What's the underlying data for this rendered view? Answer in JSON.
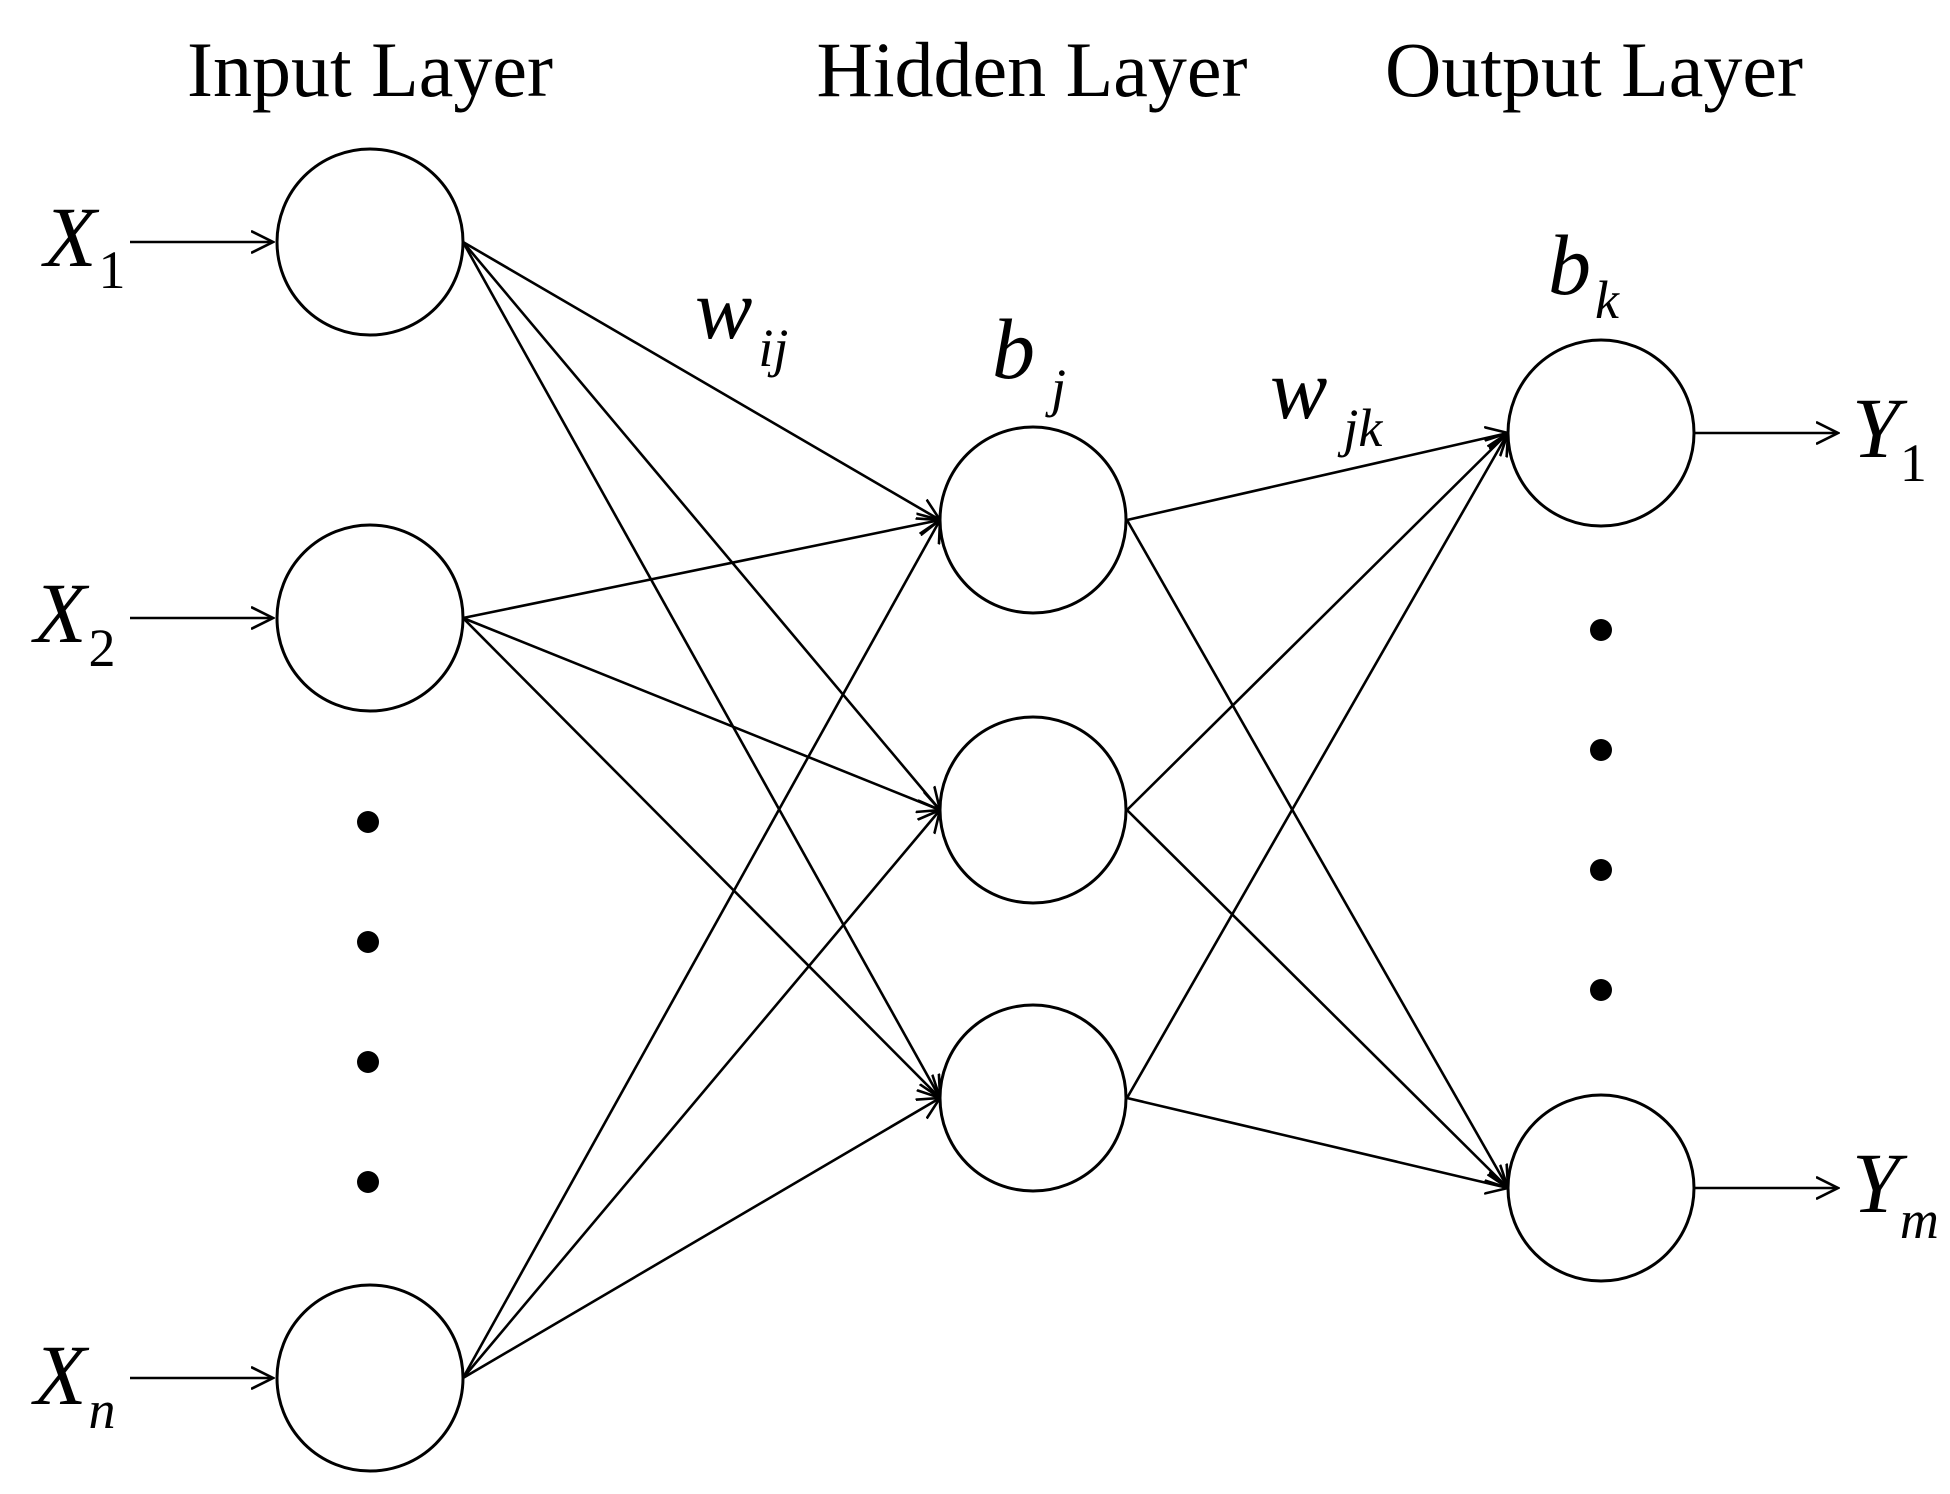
{
  "headers": {
    "input": "Input Layer",
    "hidden": "Hidden Layer",
    "output": "Output Layer"
  },
  "inputs": [
    {
      "var": "X",
      "sub": "1"
    },
    {
      "var": "X",
      "sub": "2"
    },
    {
      "var": "X",
      "sub": "n"
    }
  ],
  "outputs": [
    {
      "var": "Y",
      "sub": "1"
    },
    {
      "var": "Y",
      "sub": "m"
    }
  ],
  "weights": {
    "input_hidden": {
      "var": "w",
      "sub": "ij"
    },
    "hidden_output": {
      "var": "w",
      "sub": "jk"
    }
  },
  "biases": {
    "hidden": {
      "var": "b",
      "sub": "j"
    },
    "output": {
      "var": "b",
      "sub": "k"
    }
  },
  "colors": {
    "line": "#000000",
    "background": "#ffffff"
  }
}
